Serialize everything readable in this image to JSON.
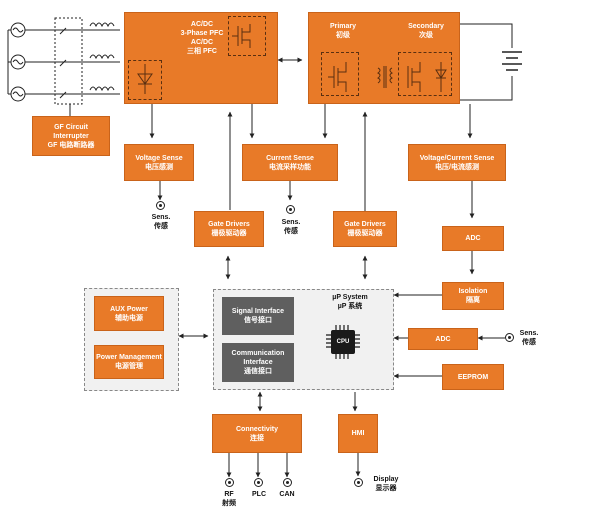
{
  "colors": {
    "accent": "#e87a28",
    "interface_box": "#5f5f5f",
    "line": "#222222"
  },
  "blocks": {
    "gfci": [
      "GF Circuit",
      "Interrupter",
      "GF 电路断路器"
    ],
    "pfc": [
      "AC/DC",
      "3-Phase PFC",
      "AC/DC",
      "三相 PFC"
    ],
    "primary": [
      "Primary",
      "初级"
    ],
    "secondary": [
      "Secondary",
      "次级"
    ],
    "voltage_sense": [
      "Voltage Sense",
      "电压感测"
    ],
    "current_sense": [
      "Current Sense",
      "电流采样功能"
    ],
    "vc_sense": [
      "Voltage/Current Sense",
      "电压/电流感测"
    ],
    "gate_driver_left": [
      "Gate Drivers",
      "栅极驱动器"
    ],
    "gate_driver_right": [
      "Gate Drivers",
      "栅极驱动器"
    ],
    "adc_top": "ADC",
    "isolation": [
      "Isolation",
      "隔离"
    ],
    "adc_mid": "ADC",
    "eeprom": "EEPROM",
    "aux_power": [
      "AUX Power",
      "辅助电源"
    ],
    "power_mgmt": [
      "Power Management",
      "电源管理"
    ],
    "signal_interface": [
      "Signal Interface",
      "信号接口"
    ],
    "comm_interface": [
      "Communication",
      "Interface",
      "通信接口"
    ],
    "up_system": [
      "µP System",
      "µP 系统"
    ],
    "cpu": "CPU",
    "connectivity": [
      "Connectivity",
      "连接"
    ],
    "hmi": "HMI"
  },
  "labels": {
    "sens_1": [
      "Sens.",
      "传感"
    ],
    "sens_2": [
      "Sens.",
      "传感"
    ],
    "sens_3": [
      "Sens.",
      "传感"
    ],
    "rf": [
      "RF",
      "射频"
    ],
    "plc": "PLC",
    "can": "CAN",
    "display": [
      "Display",
      "显示器"
    ]
  }
}
